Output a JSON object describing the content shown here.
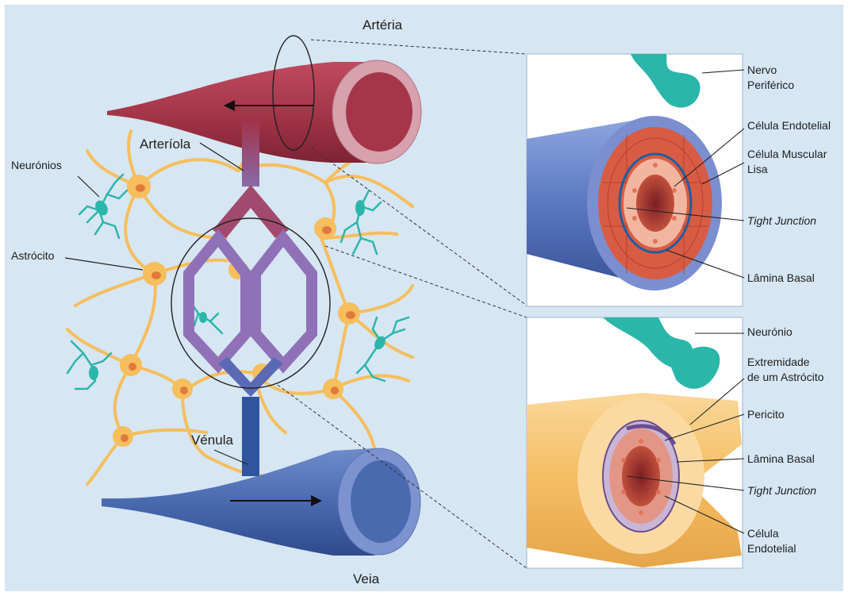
{
  "colors": {
    "background": "#d6e6f3",
    "artery": "#a53649",
    "arteriole_stem": "#a23147",
    "capillary": "#9071b8",
    "venule": "#3b62a6",
    "vein": "#4a6ab0",
    "astrocyte": "#f6be5d",
    "astrocyte_nucleus": "#e07a3c",
    "neuron": "#2bb6aa",
    "endothelium": "#e0735a",
    "basal_lamina": "#1f5e9e"
  },
  "labels": {
    "arteria": "Artéria",
    "arteriola": "Arteríola",
    "neuronios": "Neurónios",
    "astrocito": "Astrócito",
    "venula": "Vénula",
    "veia": "Veia"
  },
  "panel_top": {
    "nervo_line1": "Nervo",
    "nervo_line2": "Periférico",
    "celula_endotelial": "Célula Endotelial",
    "celula_muscular_line1": "Célula Muscular",
    "celula_muscular_line2": "Lisa",
    "tight_junction": "Tight Junction",
    "lamina_basal": "Lâmina Basal"
  },
  "panel_bottom": {
    "neuronio": "Neurónio",
    "extremidade_line1": "Extremidade",
    "extremidade_line2": "de um Astrócito",
    "pericito": "Pericito",
    "lamina_basal": "Lâmina Basal",
    "tight_junction": "Tight Junction",
    "celula_line1": "Célula",
    "celula_line2": "Endotelial"
  },
  "icons": {
    "flow_arrow_artery": "arrow-left-icon",
    "flow_arrow_vein": "arrow-right-icon"
  }
}
